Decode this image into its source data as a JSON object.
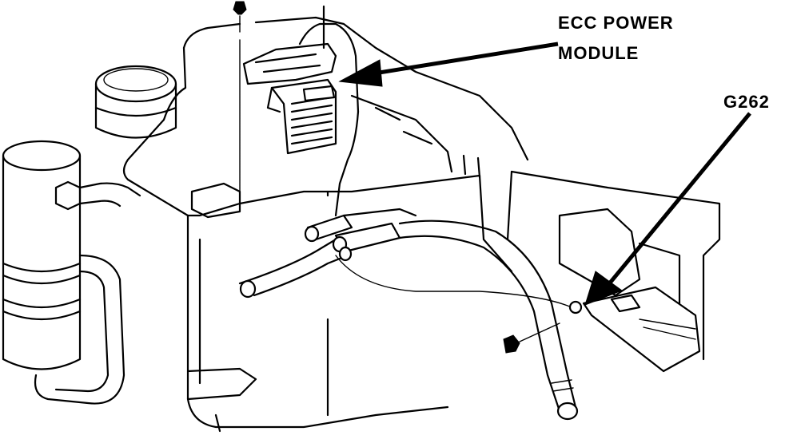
{
  "labels": {
    "module_line1": "ECC POWER",
    "module_line2": "MODULE",
    "ground": "G262"
  }
}
